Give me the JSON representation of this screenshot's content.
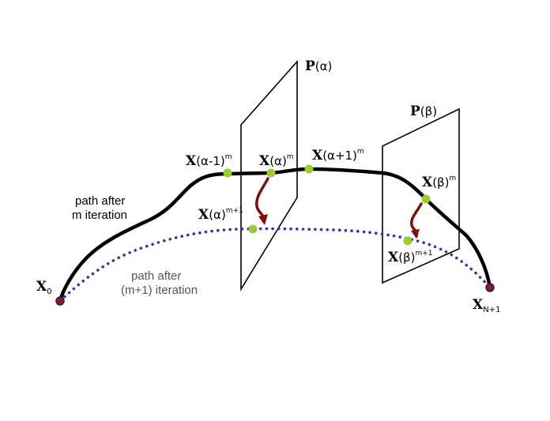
{
  "colors": {
    "path_m": "#000000",
    "path_m1": "#2e3a9e",
    "node": "#9acd32",
    "endpoint": "#8b1a2a",
    "arrow": "#7a1010",
    "plane": "#000000"
  },
  "planes": [
    {
      "name": "P",
      "arg": "(α)"
    },
    {
      "name": "P",
      "arg": "(β)"
    }
  ],
  "labels": {
    "x0": {
      "main": "X",
      "sub": "0"
    },
    "xn1": {
      "main": "X",
      "sub": "N+1"
    },
    "xa_minus_m": {
      "main": "X",
      "arg": "(α-1)",
      "sup": "m"
    },
    "xa_m": {
      "main": "X",
      "arg": "(α)",
      "sup": "m"
    },
    "xa_plus_m": {
      "main": "X",
      "arg": "(α+1)",
      "sup": "m"
    },
    "xa_m1": {
      "main": "X",
      "arg": "(α)",
      "sup": "m+1"
    },
    "xb_m": {
      "main": "X",
      "arg": "(β)",
      "sup": "m"
    },
    "xb_m1": {
      "main": "X",
      "arg": "(β)",
      "sup": "m+1"
    }
  },
  "path_labels": {
    "m_line1": "path after",
    "m_line2": "m iteration",
    "m1_line1": "path after",
    "m1_line2": "(m+1) iteration"
  }
}
